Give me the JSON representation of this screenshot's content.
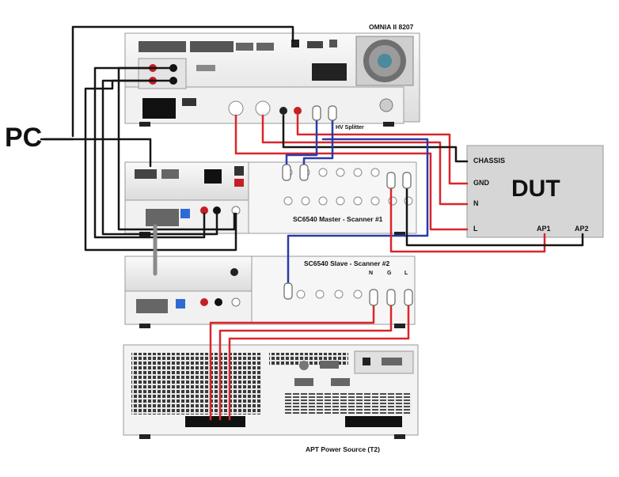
{
  "labels": {
    "pc": "PC",
    "omnia": "OMNIA II 8207",
    "hv_splitter": "HV Splitter",
    "scanner1": "SC6540 Master - Scanner #1",
    "scanner2": "SC6540 Slave - Scanner #2",
    "apt": "APT Power Source (T2)",
    "dut": "DUT"
  },
  "dut_ports": {
    "chassis": "CHASSIS",
    "gnd": "GND",
    "n": "N",
    "l": "L",
    "ap1": "AP1",
    "ap2": "AP2"
  },
  "scanner2_ports": {
    "n": "N",
    "g": "G",
    "l": "L"
  },
  "colors": {
    "red_wire": "#d9262b",
    "blue_wire": "#2a3aa8",
    "black_wire": "#151515",
    "gray_wire": "#8a8a8a",
    "dut_box": "#d6d6d6",
    "chassis": "#f2f2f2"
  }
}
